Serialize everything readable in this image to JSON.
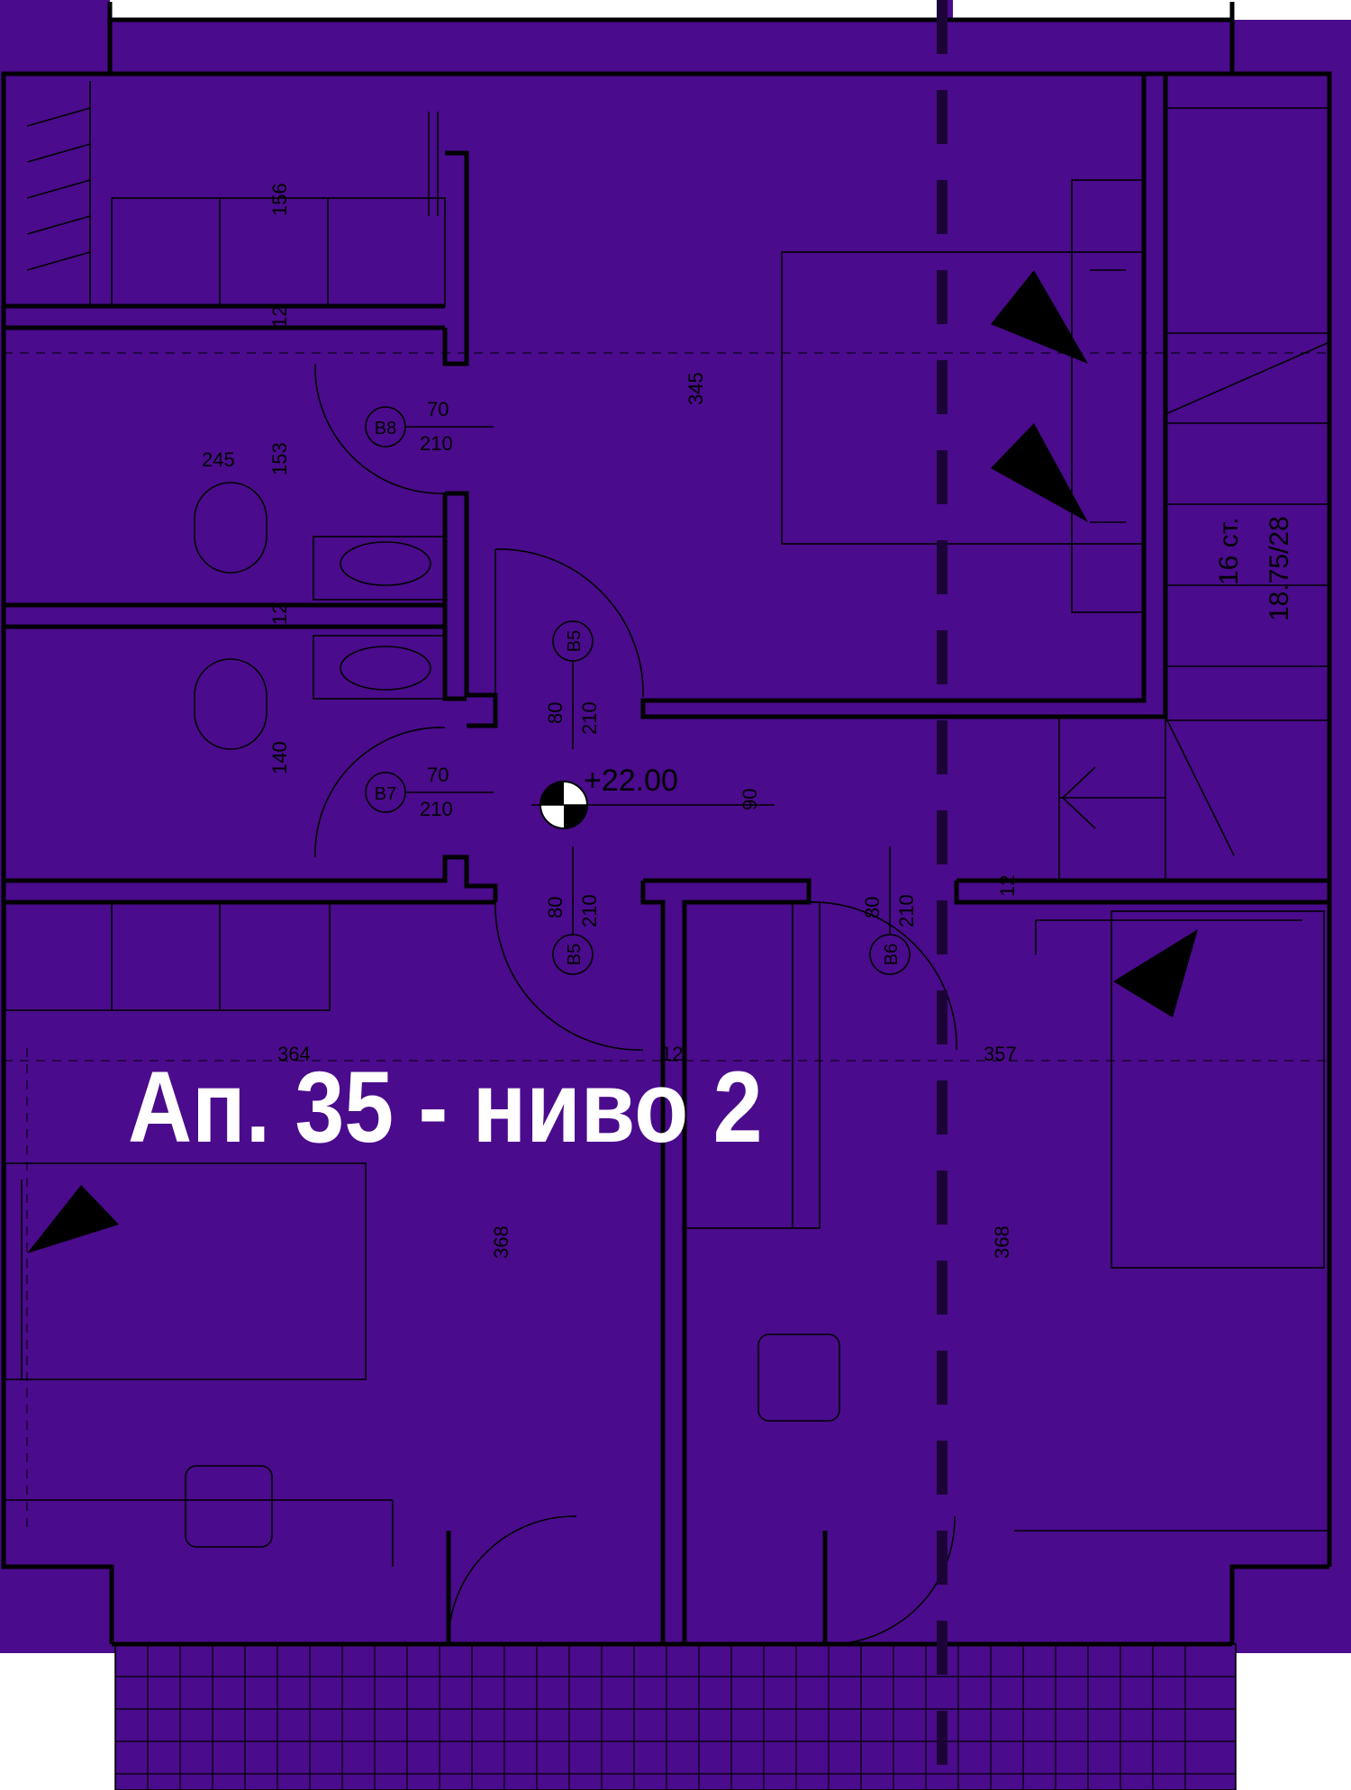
{
  "title": "Ап. 35 - ниво 2",
  "colors": {
    "fill": "#4a0b8c",
    "line": "#000000",
    "title": "#ffffff",
    "fineLine": "#1d0438"
  },
  "level_mark": "+22.00",
  "stair": {
    "steps": "16 ст.",
    "ratio": "18.75/28"
  },
  "doors": [
    {
      "code": "В8",
      "width": "70",
      "height": "210"
    },
    {
      "code": "В5",
      "width": "80",
      "height": "210"
    },
    {
      "code": "В7",
      "width": "70",
      "height": "210"
    },
    {
      "code": "В5",
      "width": "80",
      "height": "210"
    },
    {
      "code": "В6",
      "width": "80",
      "height": "210"
    }
  ],
  "dimensions": [
    "156",
    "12",
    "245",
    "153",
    "345",
    "12",
    "140",
    "90",
    "12",
    "364",
    "12",
    "357",
    "368",
    "368"
  ]
}
